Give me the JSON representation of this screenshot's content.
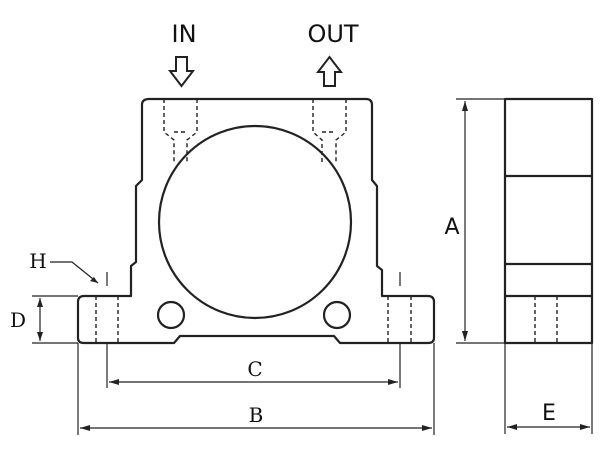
{
  "labels": {
    "in": "IN",
    "out": "OUT",
    "a": "A",
    "b": "B",
    "c": "C",
    "d": "D",
    "e": "E",
    "h": "H"
  },
  "icons": {
    "in_arrow": "arrow-down-outline-icon",
    "out_arrow": "arrow-up-outline-icon"
  },
  "colors": {
    "line": "#222222",
    "background": "#ffffff"
  }
}
